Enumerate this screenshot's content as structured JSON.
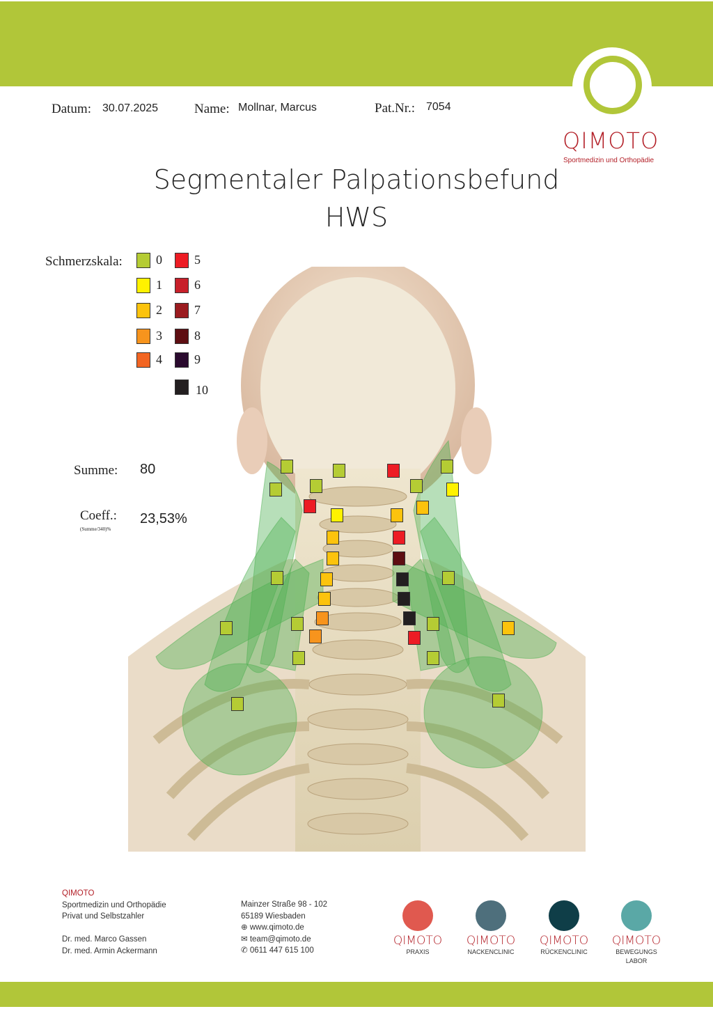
{
  "header": {
    "datum_label": "Datum:",
    "datum": "30.07.2025",
    "name_label": "Name:",
    "name": "Mollnar, Marcus",
    "patnr_label": "Pat.Nr.:",
    "patnr": "7054"
  },
  "logo": {
    "name": "QIMOTO",
    "subtitle": "Sportmedizin und Orthopädie"
  },
  "title": {
    "line1": "Segmentaler Palpationsbefund",
    "line2": "HWS"
  },
  "legend": {
    "label": "Schmerzskala:",
    "levels": [
      "0",
      "1",
      "2",
      "3",
      "4",
      "5",
      "6",
      "7",
      "8",
      "9",
      "10"
    ],
    "colors": [
      "#b5cc34",
      "#fff200",
      "#fcc30d",
      "#f7941d",
      "#f26522",
      "#ed1c24",
      "#c8202a",
      "#9b1b1f",
      "#5e0e12",
      "#2a0a2e",
      "#231f20"
    ]
  },
  "summary": {
    "sum_label": "Summe:",
    "sum": "80",
    "coeff_label": "Coeff.:",
    "coeff_formula": "(Summe/340)%",
    "coeff": "23,53%"
  },
  "markers": [
    0,
    0,
    0,
    0,
    5,
    1,
    2,
    2,
    0,
    2,
    2,
    3,
    0,
    3,
    0,
    0,
    0,
    5,
    0,
    1,
    0,
    2,
    2,
    5,
    8,
    10,
    10,
    10,
    5,
    0,
    0,
    2,
    0,
    0
  ],
  "footer": {
    "col1": [
      "QIMOTO",
      "Sportmedizin und Orthopädie",
      "Privat und Selbstzahler",
      "",
      "Dr. med. Marco Gassen",
      "Dr. med. Armin Ackermann"
    ],
    "col2": {
      "street": "Mainzer Straße 98 - 102",
      "city": "65189 Wiesbaden",
      "web": "www.qimoto.de",
      "email": "team@qimoto.de",
      "phone": "0611 447 615 100"
    },
    "brands": [
      {
        "name": "QIMOTO",
        "sub": "PRAXIS",
        "color": "#e0594f"
      },
      {
        "name": "QIMOTO",
        "sub": "NACKENCLINIC",
        "color": "#4e6f7c"
      },
      {
        "name": "QIMOTO",
        "sub": "RÜCKENCLINIC",
        "color": "#0f3e48"
      },
      {
        "name": "QIMOTO",
        "sub": "BEWEGUNGS LABOR",
        "color": "#5aa8a6"
      }
    ]
  }
}
